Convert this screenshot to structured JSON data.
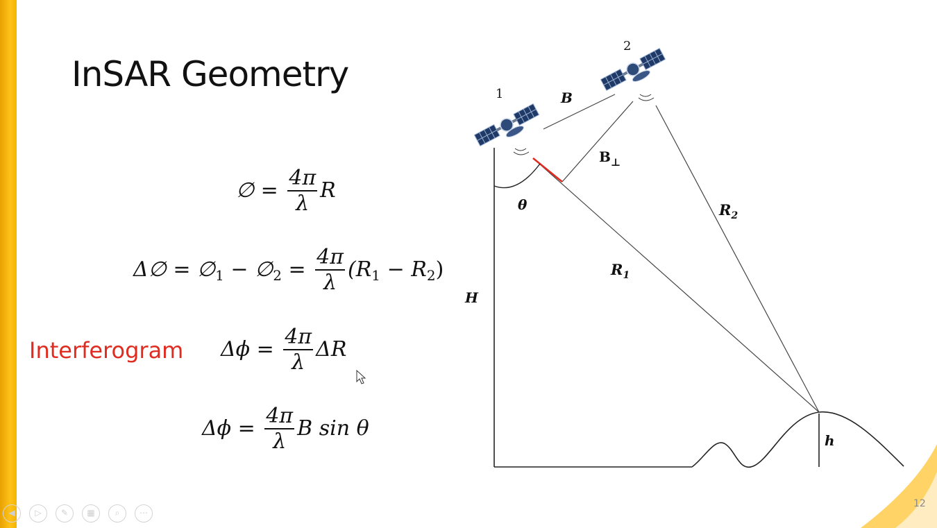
{
  "slide": {
    "title": "InSAR Geometry",
    "interferogram_label": "Interferogram",
    "page_number": "12"
  },
  "equations": {
    "eq1": {
      "lhs": "∅ =",
      "num": "4π",
      "den": "λ",
      "rhs": "R"
    },
    "eq2": {
      "lhs": "Δ∅ = ∅",
      "s1": "1",
      "mid": " − ∅",
      "s2": "2",
      "eq": " =",
      "num": "4π",
      "den": "λ",
      "rhs_a": "(R",
      "r1": "1",
      "rhs_b": " − R",
      "r2": "2",
      "rhs_c": ")"
    },
    "eq3": {
      "lhs": "Δϕ =",
      "num": "4π",
      "den": "λ",
      "rhs": "ΔR"
    },
    "eq4": {
      "lhs": "Δϕ =",
      "num": "4π",
      "den": "λ",
      "rhs": "B sin θ"
    }
  },
  "diagram": {
    "sat1_label": "1",
    "sat2_label": "2",
    "baseline_label": "B",
    "perp_baseline_label": "B",
    "perp_symbol": "⊥",
    "theta_label": "θ",
    "r1_label": "R",
    "r1_sub": "1",
    "r2_label": "R",
    "r2_sub": "2",
    "height_label": "H",
    "topo_label": "h",
    "delta_r_color": "#e02b20"
  },
  "toolbar": {
    "buttons": [
      "previous-slide",
      "next-slide",
      "pen",
      "slides",
      "zoom",
      "more"
    ]
  },
  "colors": {
    "accent_bar": "#ffc21a",
    "interferogram_red": "#e02b20"
  }
}
